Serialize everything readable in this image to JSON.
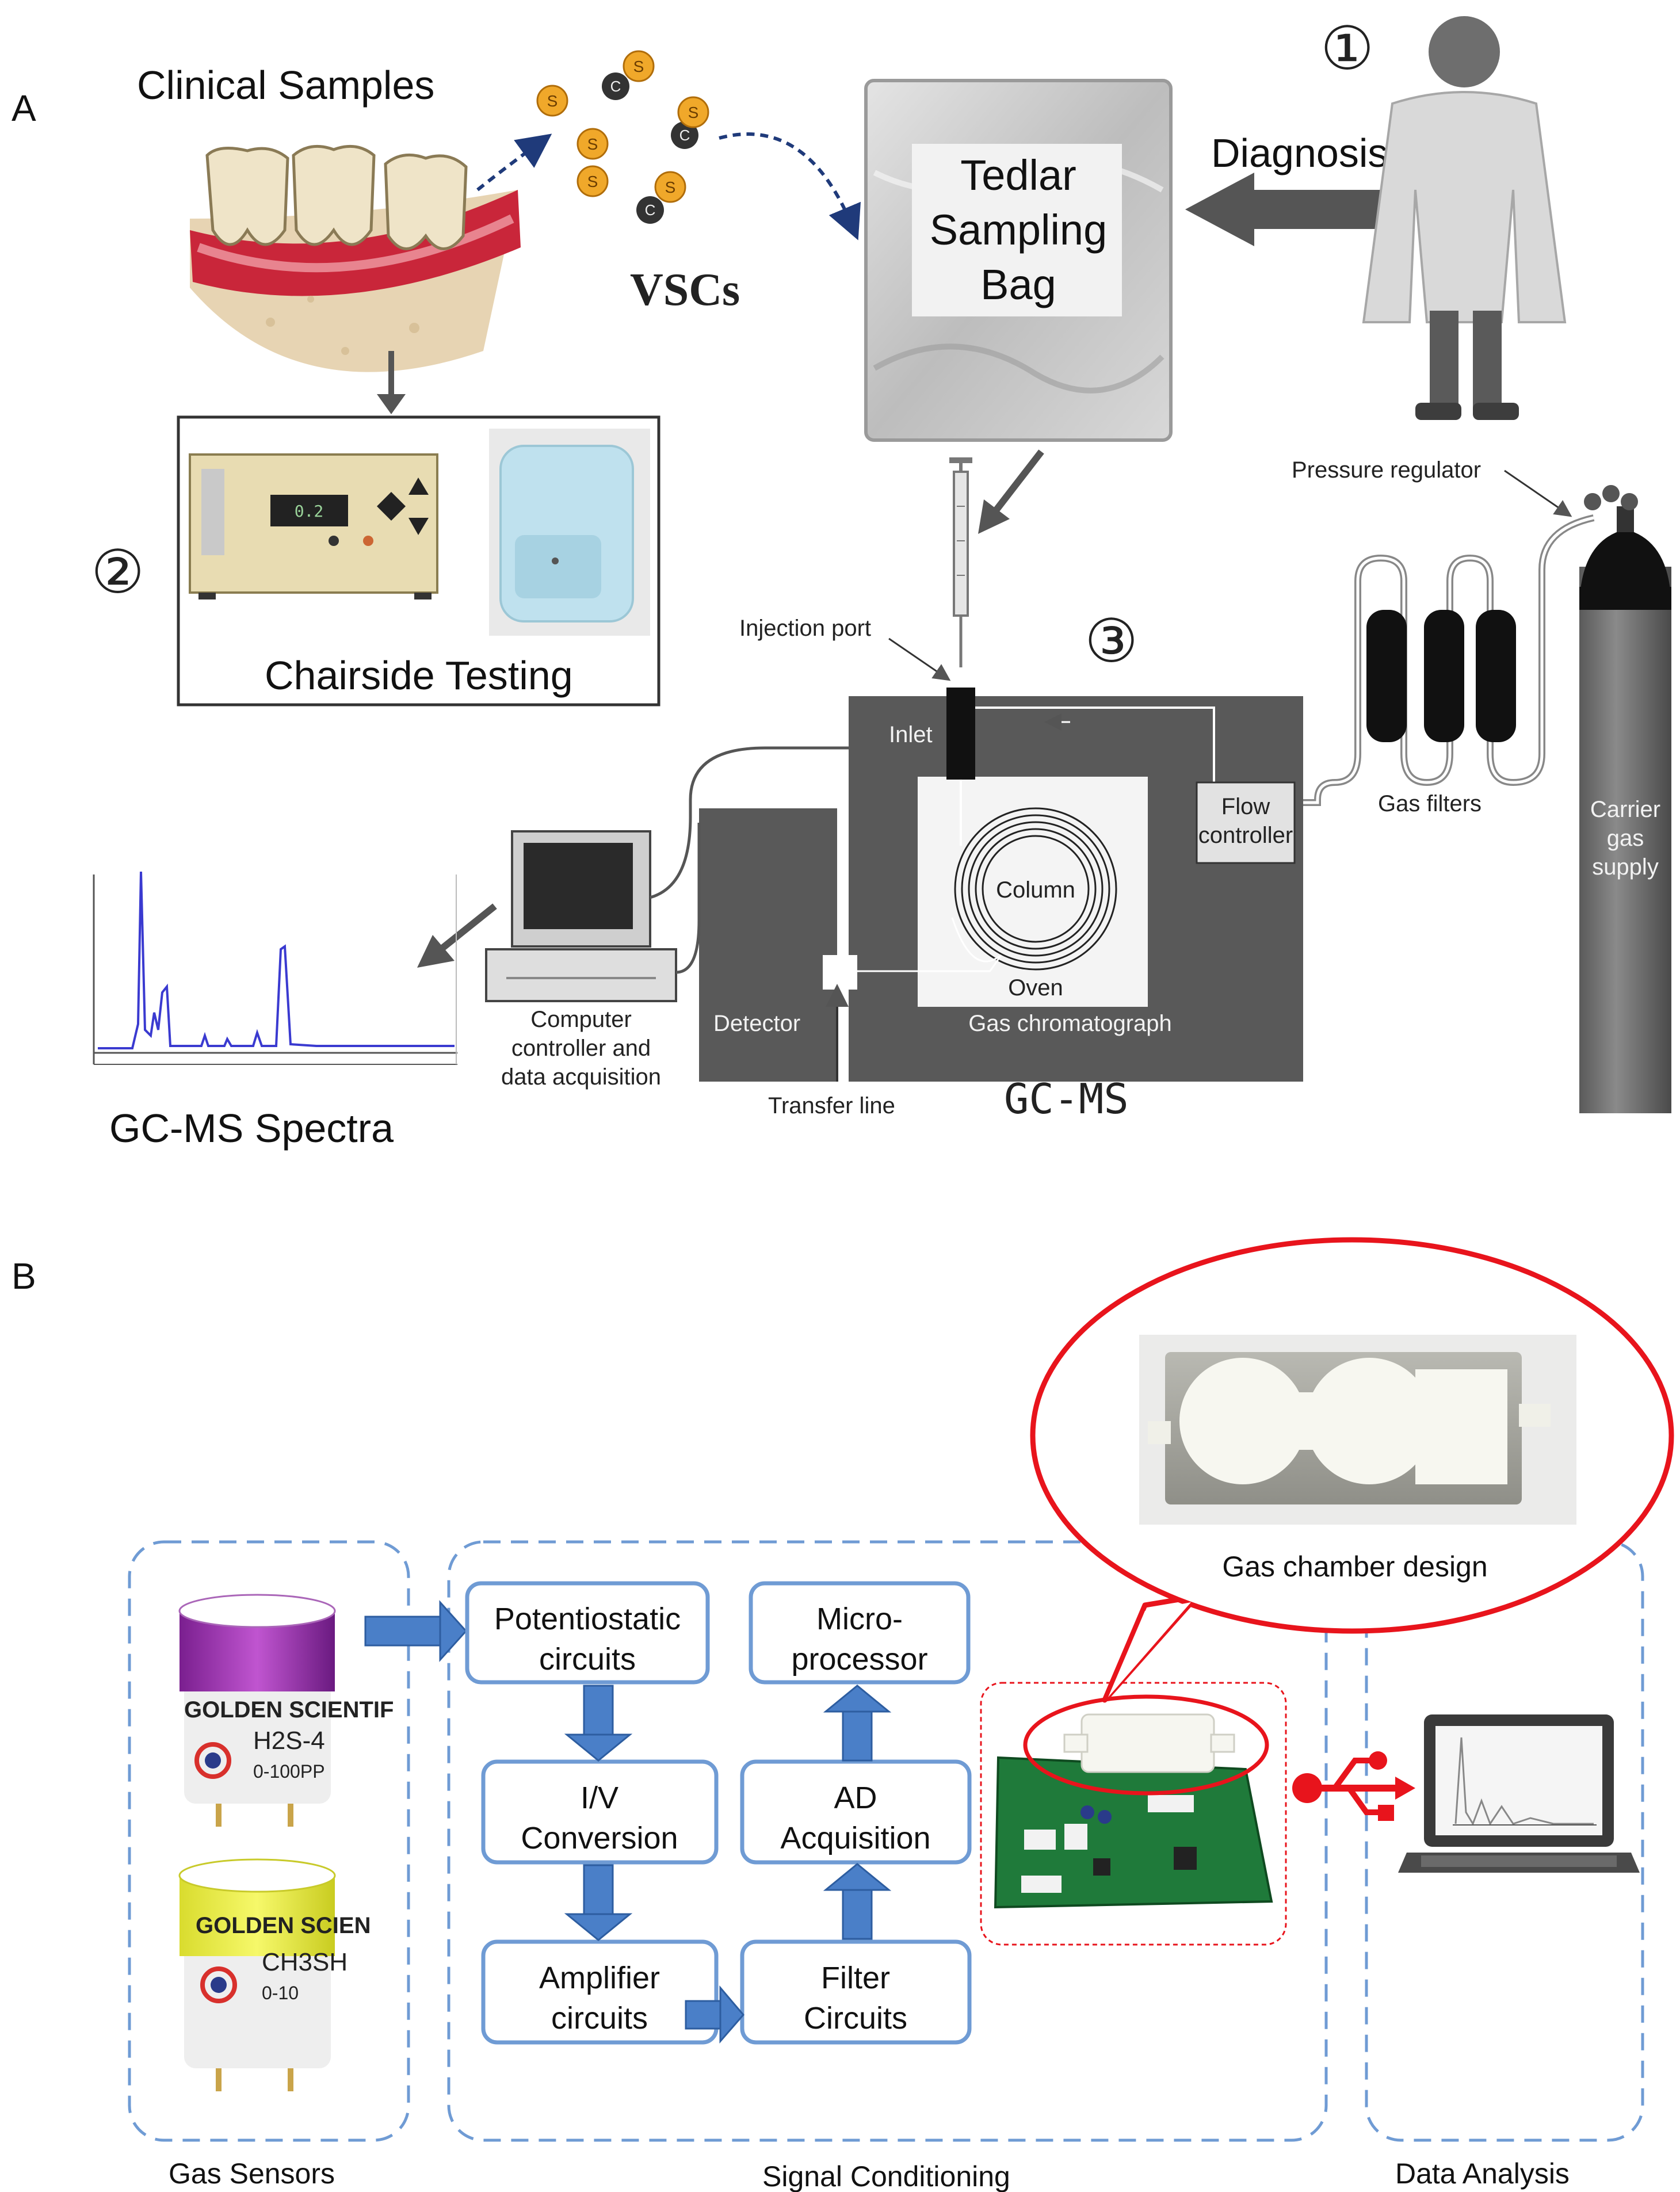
{
  "panel_a": {
    "label": "A",
    "clinical_samples": "Clinical Samples",
    "vscs": "VSCs",
    "molecule_atom_label": "S",
    "molecule_carbon_label": "C",
    "tedlar_lines": [
      "Tedlar",
      "Sampling",
      "Bag"
    ],
    "diagnosis": "Diagnosis",
    "step1": "①",
    "step2": "②",
    "step3": "③",
    "chairside": "Chairside Testing",
    "pressure_regulator": "Pressure regulator",
    "injection_port": "Injection port",
    "inlet": "Inlet",
    "column": "Column",
    "oven": "Oven",
    "flow_controller": [
      "Flow",
      "controller"
    ],
    "gas_filters": "Gas filters",
    "carrier_gas": [
      "Carrier",
      "gas",
      "supply"
    ],
    "detector": "Detector",
    "gas_chromatograph": "Gas chromatograph",
    "computer_label": [
      "Computer",
      "controller and",
      "data acquisition"
    ],
    "transfer_line": "Transfer line",
    "gcms": "GC-MS",
    "spectra": "GC-MS Spectra"
  },
  "panel_b": {
    "label": "B",
    "boxes": {
      "potentiostatic": [
        "Potentiostatic",
        "circuits"
      ],
      "iv": [
        "I/V",
        "Conversion"
      ],
      "amplifier": [
        "Amplifier",
        "circuits"
      ],
      "filter": [
        "Filter",
        "Circuits"
      ],
      "ad": [
        "AD",
        "Acquisition"
      ],
      "micro": [
        "Micro-",
        "processor"
      ]
    },
    "sensor1": [
      "GOLDEN SCIENTIF",
      "H2S-4",
      "0-100PP"
    ],
    "sensor2": [
      "GOLDEN SCIEN",
      "CH3SH",
      "0-10"
    ],
    "gas_chamber": "Gas chamber design",
    "group_gas_sensors": "Gas Sensors",
    "group_signal": "Signal Conditioning",
    "group_data": "Data Analysis"
  },
  "colors": {
    "box_border": "#6f9bd4",
    "arrow_fill": "#4a7fc8",
    "dashed_group": "#6f9bd4",
    "callout_red": "#e8141c",
    "gc_dark": "#5b5b5b",
    "tedlar_bag": "#cfcfcf",
    "spectrum_line": "#3a3ad0"
  }
}
